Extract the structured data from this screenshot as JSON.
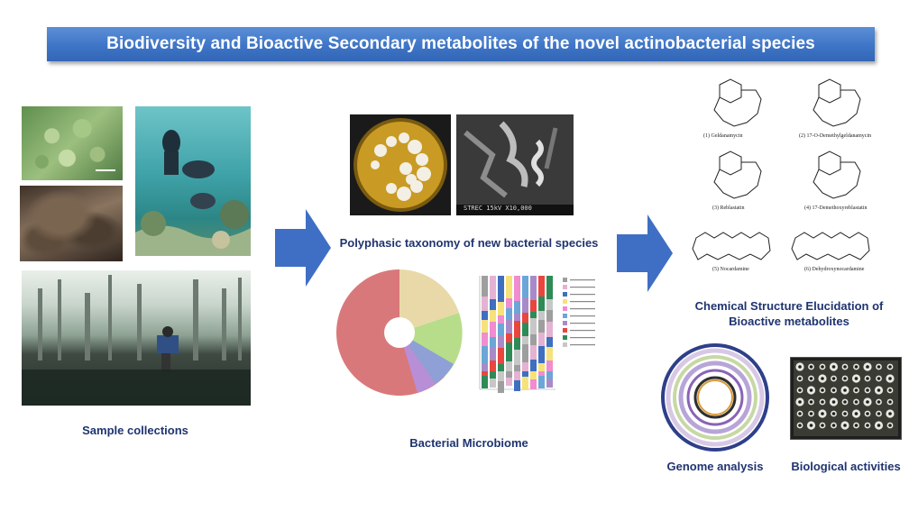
{
  "title": "Biodiversity and Bioactive Secondary metabolites of the novel actinobacterial species",
  "sections": {
    "sample_collections": "Sample collections",
    "polyphasic_taxonomy": "Polyphasic taxonomy of new bacterial species",
    "bacterial_microbiome": "Bacterial Microbiome",
    "chemical_structure": {
      "line1": "Chemical Structure Elucidation of",
      "line2": "Bioactive metabolites"
    },
    "genome_analysis": "Genome analysis",
    "biological_activities": "Biological activities"
  },
  "compounds": [
    {
      "label": "(1) Geldanamycin"
    },
    {
      "label": "(2) 17-O-Demethylgeldanamycin"
    },
    {
      "label": "(3) Reblastatin"
    },
    {
      "label": "(4) 17-Demethoxyreblastatin"
    },
    {
      "label": "(5) Nocardamine"
    },
    {
      "label": "(6) Dehydroxynocardamine"
    }
  ],
  "sem_label": "STREC 15kV X10,000",
  "colors": {
    "banner": "#3f75c7",
    "caption": "#1f3470",
    "arrow": "#3f6fc4"
  }
}
